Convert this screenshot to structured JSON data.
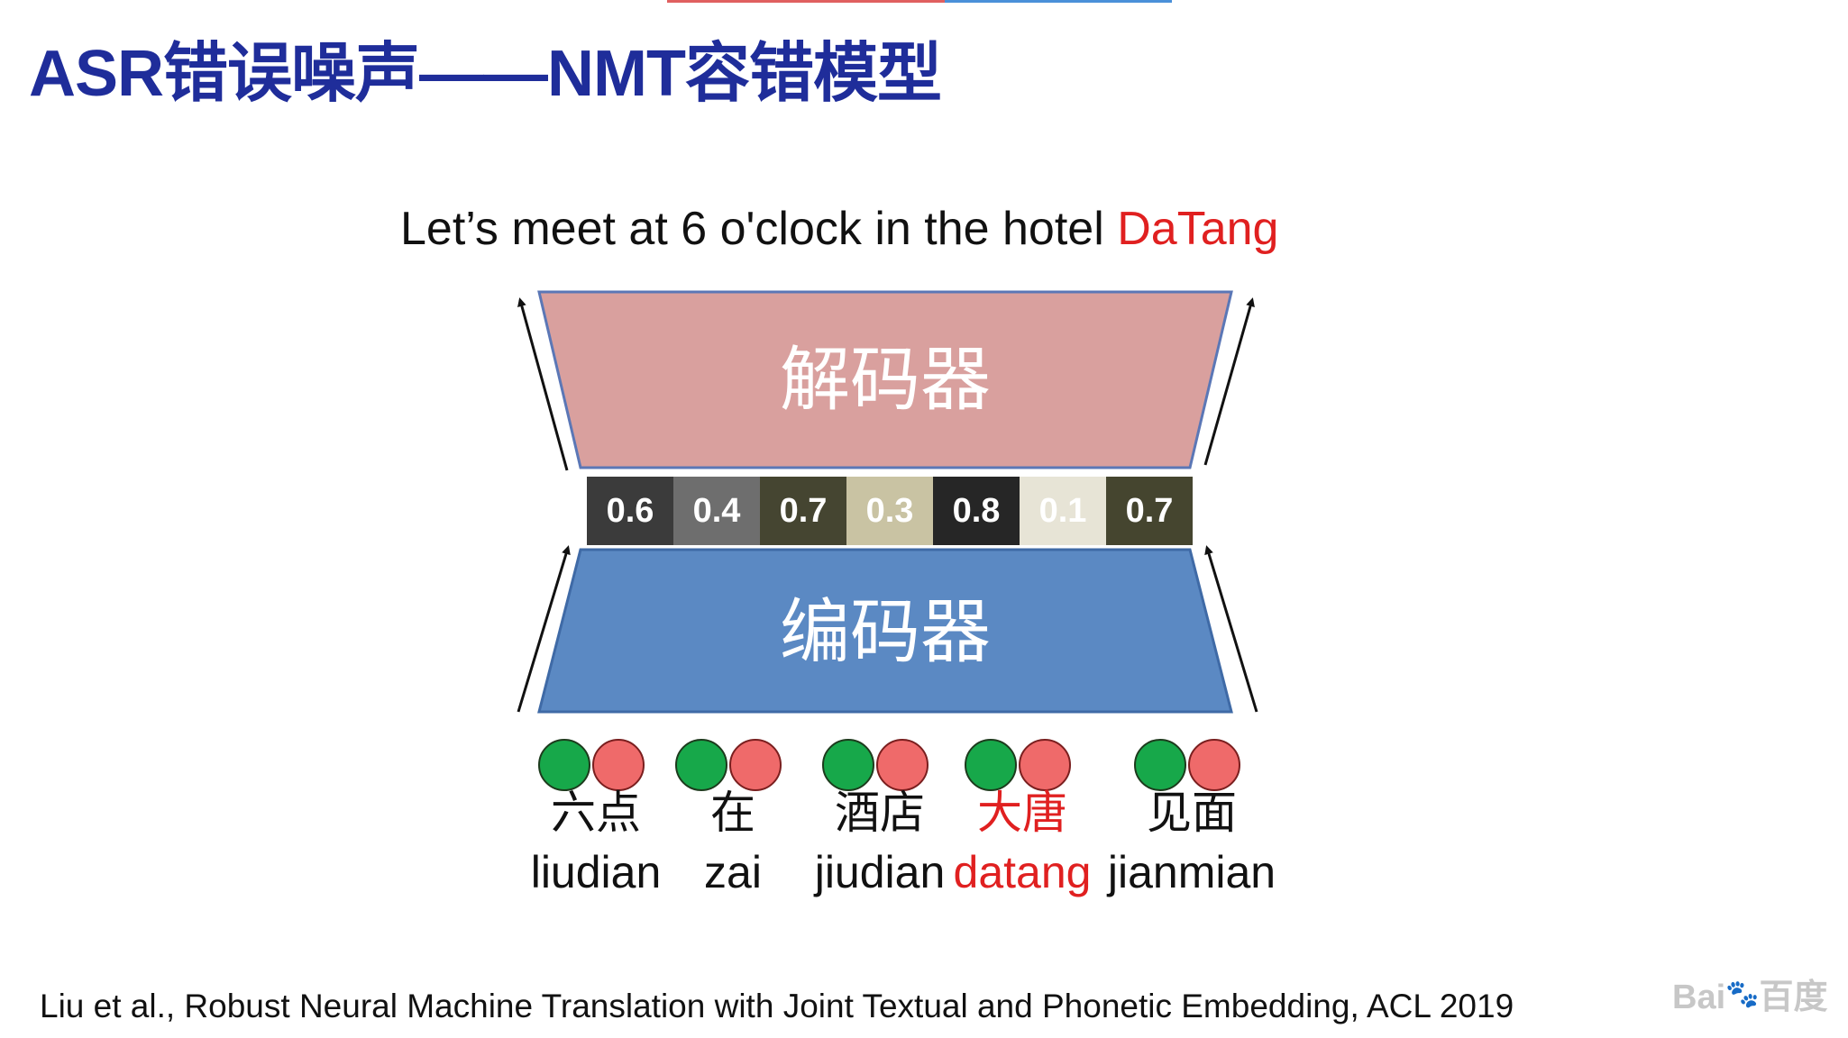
{
  "title": "ASR错误噪声——NMT容错模型",
  "output": {
    "main": "Let’s meet at 6 o'clock in the hotel ",
    "highlight": "DaTang"
  },
  "decoder_label": "解码器",
  "encoder_label": "编码器",
  "embedding_values": [
    "0.6",
    "0.4",
    "0.7",
    "0.3",
    "0.8",
    "0.1",
    "0.7"
  ],
  "input_words": [
    {
      "hanzi": "六点",
      "pinyin": "liudian",
      "highlight": false
    },
    {
      "hanzi": "在",
      "pinyin": "zai",
      "highlight": false
    },
    {
      "hanzi": "酒店",
      "pinyin": "jiudian",
      "highlight": false
    },
    {
      "hanzi": "大唐",
      "pinyin": "datang",
      "highlight": true
    },
    {
      "hanzi": "见面",
      "pinyin": "jianmian",
      "highlight": false
    }
  ],
  "colors": {
    "title": "#1f2d9a",
    "decoder": "#d9a09e",
    "encoder": "#5b89c3",
    "highlight": "#e02020",
    "textual_dot": "#17a84a",
    "phonetic_dot": "#ef6a6a",
    "cells": [
      "#3b3b3b",
      "#6e6e6e",
      "#454531",
      "#c9c3a3",
      "#262626",
      "#e7e4d6",
      "#45452f"
    ]
  },
  "citation": "Liu et al., Robust Neural Machine Translation with Joint Textual and Phonetic Embedding,  ACL 2019",
  "watermark": {
    "brand": "Bai",
    "suffix": "百度",
    "icon": "paw-icon"
  }
}
